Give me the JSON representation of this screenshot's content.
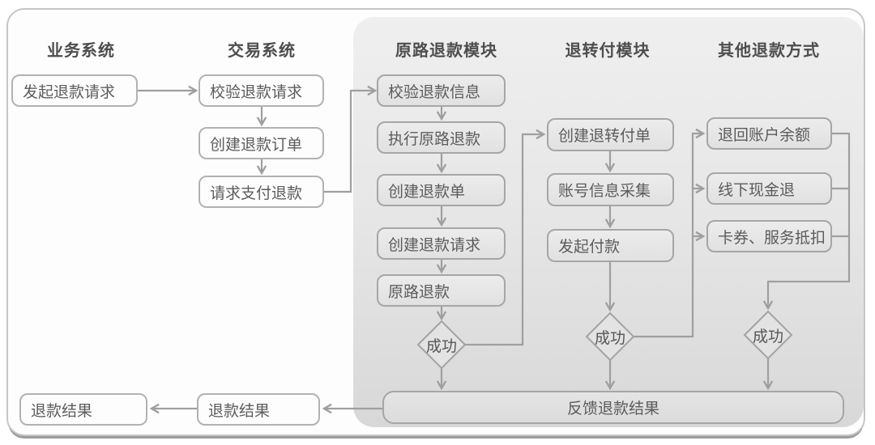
{
  "colors": {
    "panel_top": "#efefef",
    "panel_bottom": "#d8d8d8",
    "connector": "#9f9f9f",
    "box_border": "#b2b2b2",
    "text": "#5c5c5c"
  },
  "lanes": [
    {
      "title": "业务系统",
      "boxes": [
        "发起退款请求"
      ]
    },
    {
      "title": "交易系统",
      "boxes": [
        "校验退款请求",
        "创建退款订单",
        "请求支付退款"
      ]
    },
    {
      "title": "原路退款模块",
      "boxes": [
        "校验退款信息",
        "执行原路退款",
        "创建退款单",
        "创建退款请求",
        "原路退款"
      ],
      "decision": "成功"
    },
    {
      "title": "退转付模块",
      "boxes": [
        "创建退转付单",
        "账号信息采集",
        "发起付款"
      ],
      "decision": "成功"
    },
    {
      "title": "其他退款方式",
      "boxes": [
        "退回账户余额",
        "线下现金退",
        "卡券、服务抵扣"
      ],
      "decision": "成功"
    }
  ],
  "bottom": {
    "feedback": "反馈退款结果",
    "result_transaction": "退款结果",
    "result_business": "退款结果"
  }
}
